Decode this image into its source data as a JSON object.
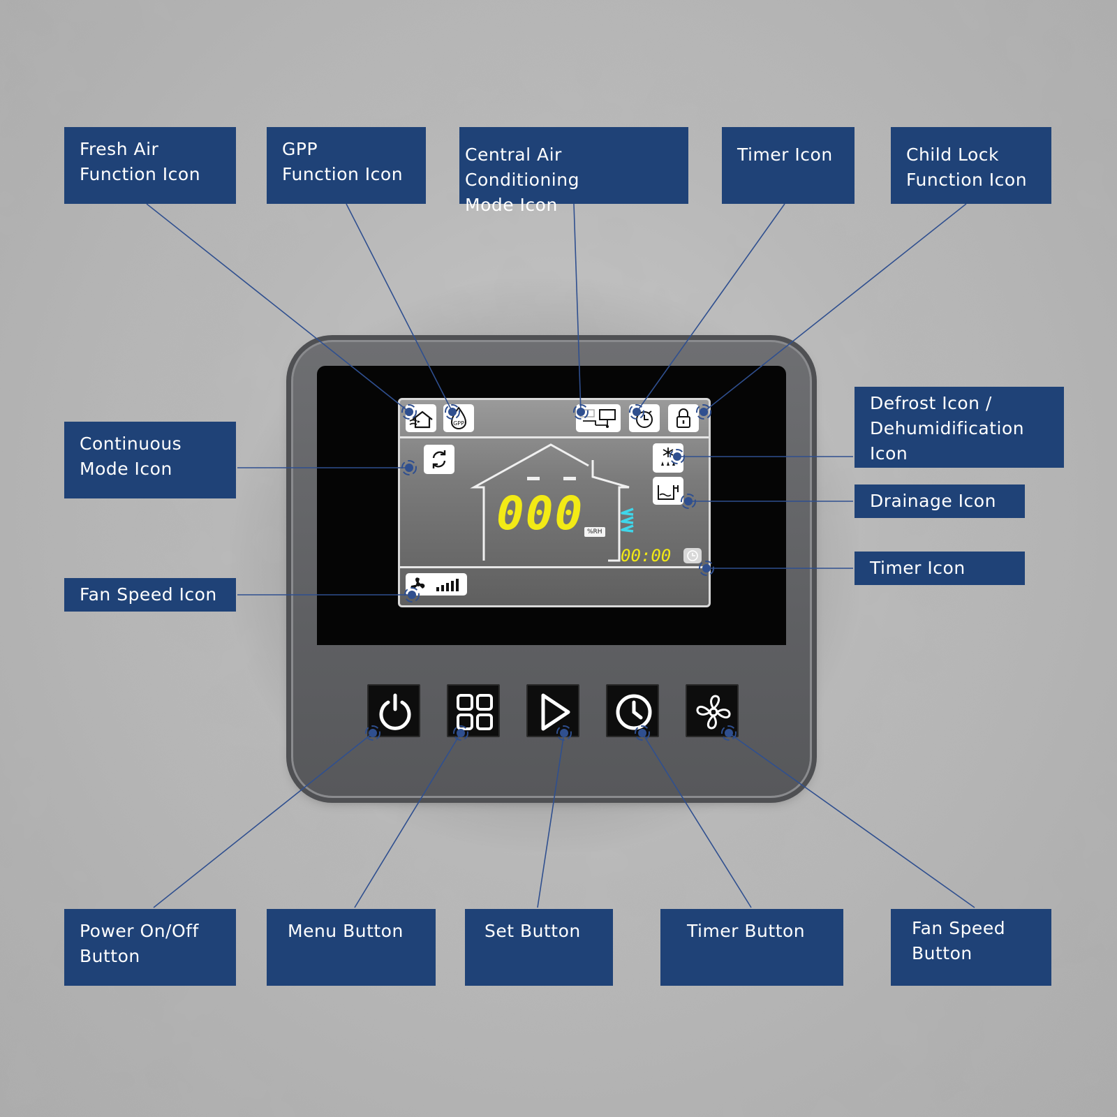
{
  "labels": {
    "fresh_air": "Fresh Air\nFunction Icon",
    "gpp": "GPP\nFunction Icon",
    "central_ac": "Central Air Conditioning\nMode Icon",
    "timer_top": "Timer Icon",
    "child_lock": "Child Lock\nFunction Icon",
    "continuous": "Continuous\nMode Icon",
    "defrost": "Defrost Icon /\nDehumidification\nIcon",
    "drainage": "Drainage Icon",
    "timer_side": "Timer Icon",
    "fan_speed_icon": "Fan Speed Icon",
    "power": "Power On/Off\nButton",
    "menu": "Menu Button",
    "set": "Set Button",
    "timer_button": "Timer Button",
    "fan_speed_button": "Fan Speed\nButton"
  },
  "display": {
    "humidity": "000",
    "unit": "%RH",
    "timer": "00:00",
    "gpp_text": "GPP"
  },
  "colors": {
    "label_bg": "#1f4277",
    "segment": "#f2ea16",
    "airflow": "#3fd6ea",
    "leader": "#2f4f8f"
  }
}
